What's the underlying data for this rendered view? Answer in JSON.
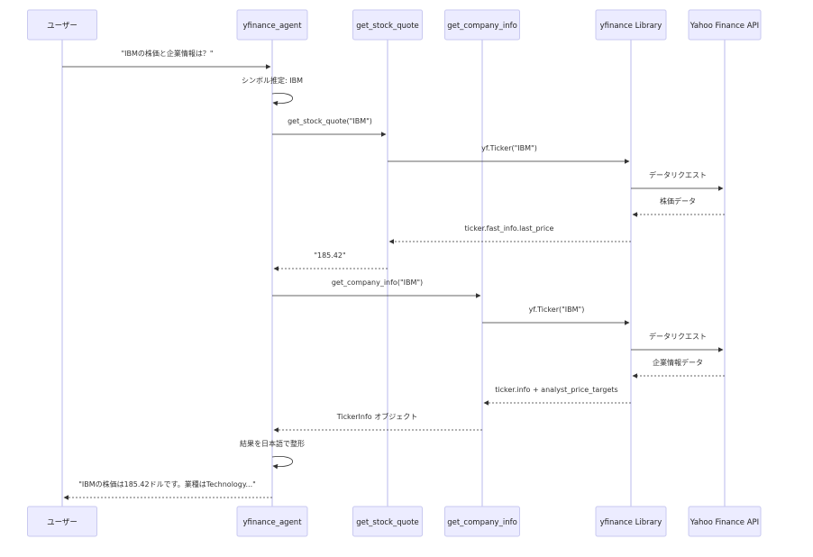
{
  "participants": [
    {
      "id": "user",
      "label": "ユーザー"
    },
    {
      "id": "agent",
      "label": "yfinance_agent"
    },
    {
      "id": "quote",
      "label": "get_stock_quote"
    },
    {
      "id": "info",
      "label": "get_company_info"
    },
    {
      "id": "lib",
      "label": "yfinance Library"
    },
    {
      "id": "api",
      "label": "Yahoo Finance API"
    }
  ],
  "messages": [
    {
      "from": "user",
      "to": "agent",
      "label": "\"IBMの株価と企業情報は？\"",
      "style": "solid"
    },
    {
      "from": "agent",
      "to": "agent",
      "label": "シンボル推定: IBM",
      "style": "solid"
    },
    {
      "from": "agent",
      "to": "quote",
      "label": "get_stock_quote(\"IBM\")",
      "style": "solid"
    },
    {
      "from": "quote",
      "to": "lib",
      "label": "yf.Ticker(\"IBM\")",
      "style": "solid"
    },
    {
      "from": "lib",
      "to": "api",
      "label": "データリクエスト",
      "style": "solid"
    },
    {
      "from": "api",
      "to": "lib",
      "label": "株価データ",
      "style": "dashed"
    },
    {
      "from": "lib",
      "to": "quote",
      "label": "ticker.fast_info.last_price",
      "style": "dashed"
    },
    {
      "from": "quote",
      "to": "agent",
      "label": "\"185.42\"",
      "style": "dashed"
    },
    {
      "from": "agent",
      "to": "info",
      "label": "get_company_info(\"IBM\")",
      "style": "solid"
    },
    {
      "from": "info",
      "to": "lib",
      "label": "yf.Ticker(\"IBM\")",
      "style": "solid"
    },
    {
      "from": "lib",
      "to": "api",
      "label": "データリクエスト",
      "style": "solid"
    },
    {
      "from": "api",
      "to": "lib",
      "label": "企業情報データ",
      "style": "dashed"
    },
    {
      "from": "lib",
      "to": "info",
      "label": "ticker.info + analyst_price_targets",
      "style": "dashed"
    },
    {
      "from": "info",
      "to": "agent",
      "label": "TickerInfo オブジェクト",
      "style": "dashed"
    },
    {
      "from": "agent",
      "to": "agent",
      "label": "結果を日本語で整形",
      "style": "solid"
    },
    {
      "from": "agent",
      "to": "user",
      "label": "\"IBMの株価は185.42ドルです。業種はTechnology...\"",
      "style": "dashed"
    }
  ],
  "colors": {
    "actor_fill": "#ececff",
    "actor_stroke": "#c9c9f0",
    "lifeline": "#b9b9ee",
    "line": "#333333"
  }
}
